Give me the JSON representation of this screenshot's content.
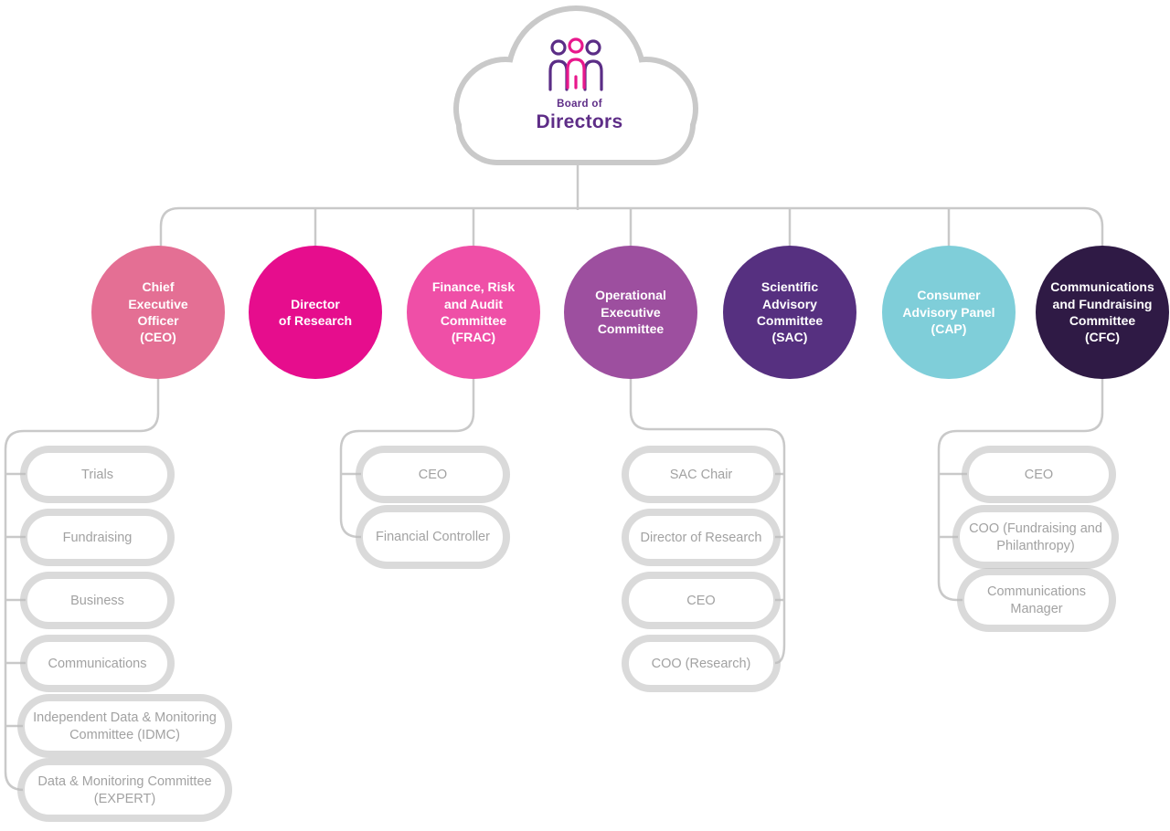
{
  "board": {
    "label_small": "Board of",
    "label_large": "Directors",
    "icon": "people-group-icon"
  },
  "circles": [
    {
      "id": "ceo",
      "label": "Chief\nExecutive\nOfficer\n(CEO)",
      "color": "#e46f94"
    },
    {
      "id": "dor",
      "label": "Director\nof Research",
      "color": "#e60d8d"
    },
    {
      "id": "frac",
      "label": "Finance, Risk\nand Audit\nCommittee\n(FRAC)",
      "color": "#ef4fa7"
    },
    {
      "id": "oec",
      "label": "Operational\nExecutive\nCommittee",
      "color": "#9d4f9f"
    },
    {
      "id": "sac",
      "label": "Scientific\nAdvisory\nCommittee\n(SAC)",
      "color": "#563080"
    },
    {
      "id": "cap",
      "label": "Consumer\nAdvisory Panel\n(CAP)",
      "color": "#7fced9"
    },
    {
      "id": "cfc",
      "label": "Communications\nand Fundraising\nCommittee\n(CFC)",
      "color": "#2f1a45"
    }
  ],
  "columns": {
    "ceo": [
      "Trials",
      "Fundraising",
      "Business",
      "Communications",
      "Independent Data & Monitoring Committee (IDMC)",
      "Data & Monitoring Committee (EXPERT)"
    ],
    "frac": [
      "CEO",
      "Financial Controller"
    ],
    "oec": [
      "SAC Chair",
      "Director of Research",
      "CEO",
      "COO (Research)"
    ],
    "cfc": [
      "CEO",
      "COO (Fundraising and Philanthropy)",
      "Communications Manager"
    ]
  },
  "colors": {
    "connector_line": "#c9c9c9",
    "cloud_outline": "#c9c9c9",
    "cloud_text": "#5e2d87",
    "pill_text": "#a2a2a2",
    "icon_purple": "#5b2d86",
    "icon_pink": "#e8188c"
  }
}
